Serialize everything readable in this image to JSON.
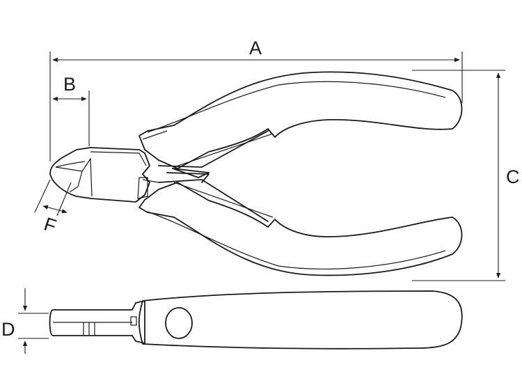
{
  "dimensions": {
    "a": "A",
    "b": "B",
    "c": "C",
    "d": "D",
    "f": "F"
  },
  "colors": {
    "line": "#1a1a1a",
    "background": "#ffffff"
  }
}
